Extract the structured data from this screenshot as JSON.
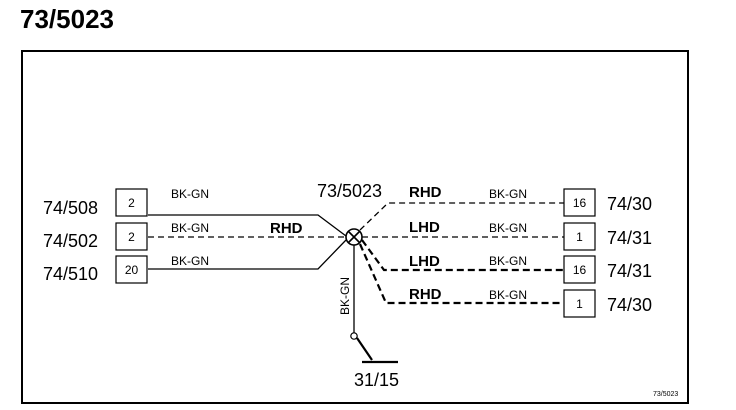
{
  "title": "73/5023",
  "frame_label": "73/5023",
  "splice": {
    "label": "73/5023"
  },
  "ground": {
    "label": "31/15",
    "wire_color": "BK-GN"
  },
  "left_connectors": [
    {
      "id": "74/508",
      "pin": "2",
      "wire": "BK-GN"
    },
    {
      "id": "74/502",
      "pin": "2",
      "wire": "BK-GN"
    },
    {
      "id": "74/510",
      "pin": "20",
      "wire": "BK-GN"
    }
  ],
  "left_variant_label": "RHD",
  "right_connectors": [
    {
      "id": "74/30",
      "pin": "16",
      "wire": "BK-GN",
      "variant": "RHD"
    },
    {
      "id": "74/31",
      "pin": "1",
      "wire": "BK-GN",
      "variant": "LHD"
    },
    {
      "id": "74/31",
      "pin": "16",
      "wire": "BK-GN",
      "variant": "LHD"
    },
    {
      "id": "74/30",
      "pin": "1",
      "wire": "BK-GN",
      "variant": "RHD"
    }
  ]
}
